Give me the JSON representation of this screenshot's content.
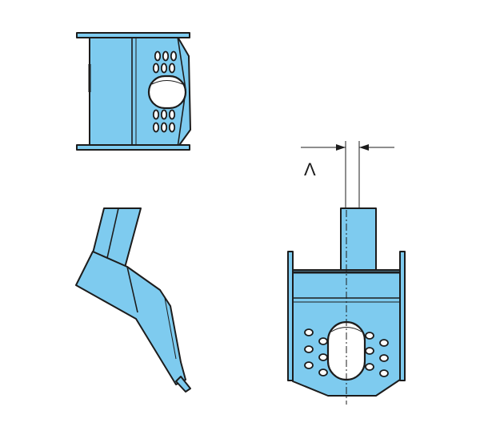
{
  "diagram": {
    "dimension_label": "Λ",
    "colors": {
      "fill": "#7ecbef",
      "outline": "#1c1c1c",
      "background": "#ffffff"
    },
    "views": [
      {
        "name": "top-view",
        "description_hidden": true
      },
      {
        "name": "side-view"
      },
      {
        "name": "front-view"
      }
    ]
  }
}
